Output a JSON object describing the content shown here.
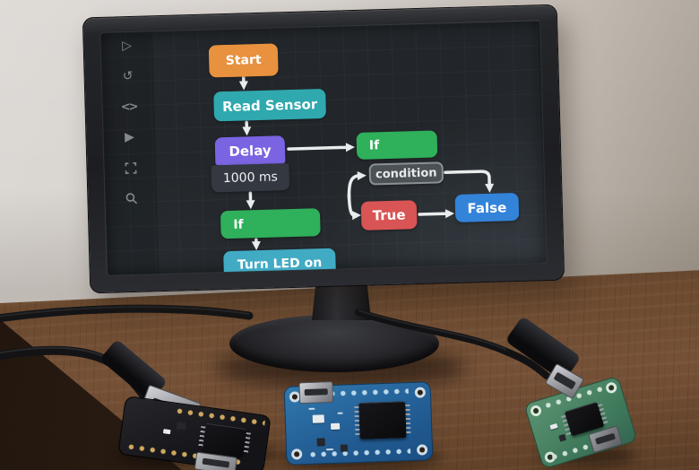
{
  "screen": {
    "sidebar": {
      "icons": [
        {
          "name": "run-outline-icon",
          "glyph": "▷"
        },
        {
          "name": "undo-icon",
          "glyph": "↺"
        },
        {
          "name": "code-icon",
          "glyph": "<>"
        },
        {
          "name": "play-icon",
          "glyph": "▶"
        },
        {
          "name": "fullscreen-icon",
          "glyph": "corner-brackets"
        },
        {
          "name": "search-icon",
          "glyph": "magnifier"
        }
      ]
    },
    "flowchart": {
      "arrow_color": "#e9eced",
      "nodes": {
        "start": {
          "label": "Start",
          "color": "#e8913e"
        },
        "read_sensor": {
          "label": "Read Sensor",
          "color": "#2fa8ae"
        },
        "delay": {
          "label": "Delay",
          "color": "#7a64e2",
          "param": "1000 ms",
          "param_color": "#343841"
        },
        "if_branch": {
          "label": "If",
          "color": "#2fb05a"
        },
        "condition": {
          "label": "condition",
          "color": "#4b5154",
          "border_color": "#8a9195"
        },
        "true_branch": {
          "label": "True",
          "color": "#d95454"
        },
        "false_branch": {
          "label": "False",
          "color": "#3383d9"
        },
        "if_body": {
          "label": "If",
          "color": "#2fb05a"
        },
        "turn_led_on": {
          "label": "Turn LED on",
          "color": "#41abc4"
        }
      },
      "edges": [
        {
          "from": "start",
          "to": "read_sensor"
        },
        {
          "from": "read_sensor",
          "to": "delay"
        },
        {
          "from": "delay",
          "to": "if_branch"
        },
        {
          "from": "delay",
          "to": "if_body"
        },
        {
          "from": "condition",
          "to": "true_branch"
        },
        {
          "from": "condition",
          "to": "false_branch"
        },
        {
          "from": "true_branch",
          "to": "false_branch"
        },
        {
          "from": "if_body",
          "to": "turn_led_on"
        }
      ]
    }
  },
  "desk_items": {
    "boards": [
      {
        "name": "black-dev-board",
        "pcb_color": "#1b1b1f"
      },
      {
        "name": "blue-dev-board",
        "pcb_color": "#2a70a8"
      },
      {
        "name": "green-dev-board",
        "pcb_color": "#47815f"
      }
    ]
  }
}
